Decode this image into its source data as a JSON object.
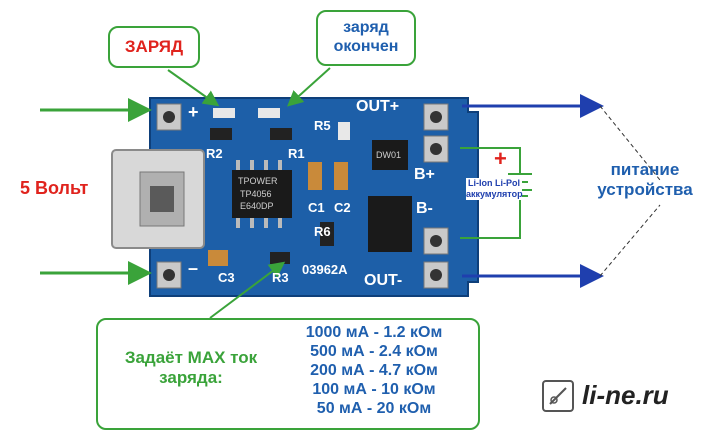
{
  "callouts": {
    "charge": "ЗАРЯД",
    "charged": "заряд окончен",
    "input_voltage": "5 Вольт",
    "device_power": "питание устройства",
    "battery": "Li-Ion Li-Pol аккумулятор",
    "battery_plus": "+"
  },
  "board": {
    "labels": {
      "plus": "+",
      "minus": "–",
      "out_plus": "OUT+",
      "out_minus": "OUT-",
      "b_plus": "B+",
      "b_minus": "B-",
      "r1": "R1",
      "r2": "R2",
      "r3": "R3",
      "r5": "R5",
      "r6": "R6",
      "c1": "C1",
      "c2": "C2",
      "c3": "C3",
      "board_id": "03962A",
      "chip_brand": "TPOWER",
      "chip_model": "TP4056",
      "chip_code": "E640DP",
      "mosfet_code": "DW01"
    }
  },
  "current_table": {
    "caption": "Задаёт MAX ток заряда:",
    "rows": [
      "1000 мА - 1.2 кОм",
      "500 мА - 2.4 кОм",
      "200 мА - 4.7 кОм",
      "100 мА - 10 кОм",
      "50 мА - 20 кОм"
    ]
  },
  "brand": {
    "site": "li-ne.ru"
  },
  "colors": {
    "green": "#3aa33a",
    "red": "#e0231d",
    "blue": "#1f5fae",
    "board": "#1d5fa8"
  }
}
